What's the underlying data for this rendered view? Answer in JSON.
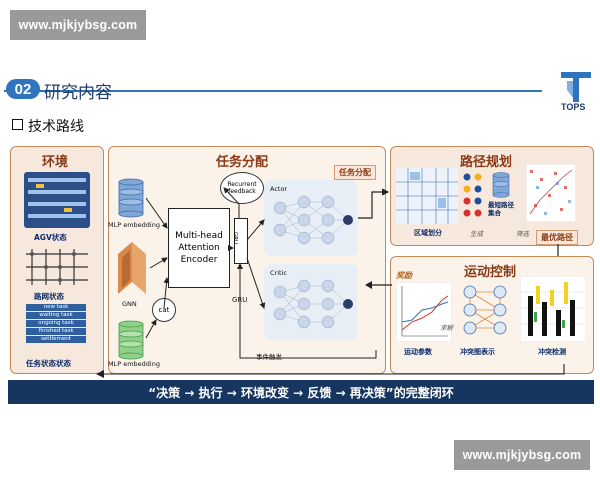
{
  "watermark_top": "www.mjkjybsg.com",
  "watermark_bottom": "www.mjkjybsg.com",
  "header": {
    "number": "02",
    "title": "研究内容",
    "logo_text": "TOPS"
  },
  "section_title": "技术路线",
  "env": {
    "title": "环境",
    "agv_label": "AGV状态",
    "road_label": "路网状态",
    "task_label": "任务状态状态",
    "task_list": [
      "new task",
      "waiting task",
      "ongoing task",
      "finished task",
      "settlement"
    ]
  },
  "task_alloc": {
    "title": "任务分配",
    "tag": "任务分配",
    "mlp1": "MLP embedding",
    "mlp2": "MLP embedding",
    "gnn": "GNN",
    "cat": "cat",
    "mha": "Multi-head Attention Encoder",
    "gru_small": "GRU",
    "gru": "GRU",
    "recurrent": "Recurrent feedback",
    "actor": "Actor",
    "critic": "Critic",
    "event": "事件触发"
  },
  "path_plan": {
    "title": "路径规划",
    "region": "区域划分",
    "generate": "生成",
    "shortest": "最短路径集合",
    "filter": "筛选",
    "best": "最优路径"
  },
  "motion": {
    "title": "运动控制",
    "reward": "奖励",
    "solve": "求解",
    "params": "运动参数",
    "graph": "冲突图表示",
    "detect": "冲突检测"
  },
  "footer": "“决策 → 执行 → 环境改变 → 反馈 → 再决策”的完整闭环",
  "colors": {
    "accent": "#2f74bd",
    "panel_border": "#b5651d",
    "footer_bg": "#17365f"
  }
}
